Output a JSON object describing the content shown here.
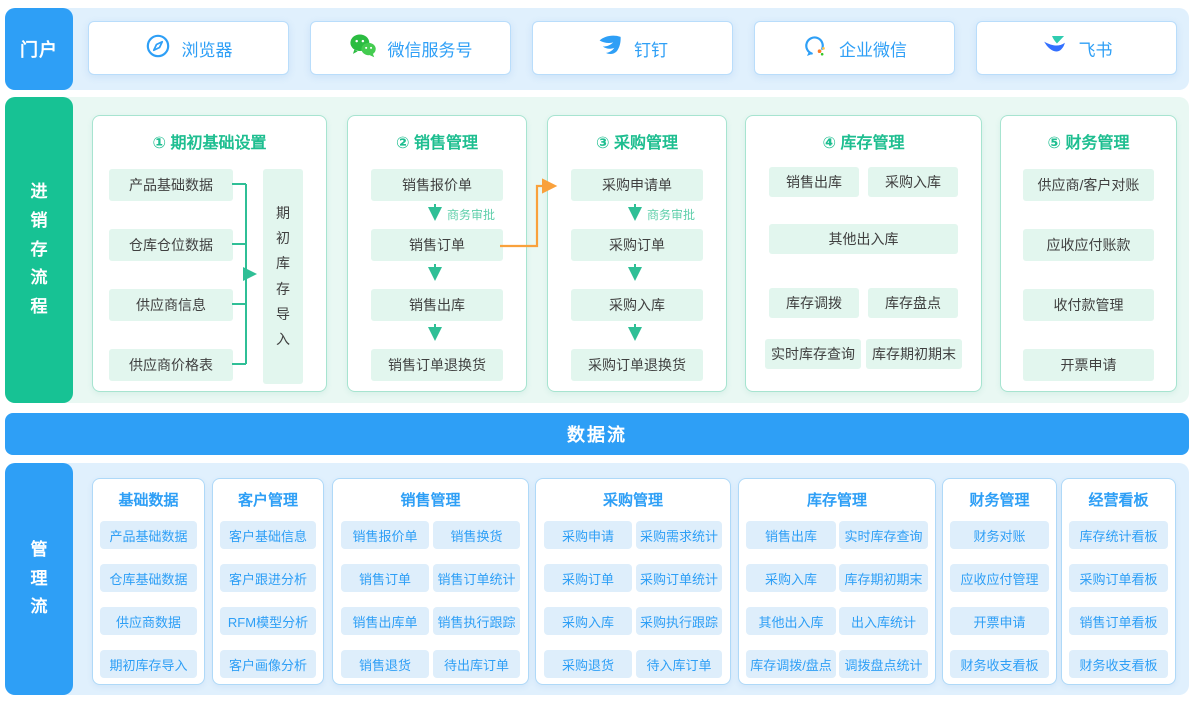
{
  "colors": {
    "blue": "#2E9FF6",
    "blue_band_bg": "#E0F0FD",
    "blue_item_bg": "#DEEEFB",
    "green": "#17C294",
    "green_title": "#1EBE90",
    "green_band_bg": "#E9F8F3",
    "green_item_bg": "#E2F6EE",
    "orange_arrow": "#F9A13C",
    "teal_arrow": "#2FBF96",
    "item_text": "#404040"
  },
  "portal": {
    "label": "门户",
    "apps": [
      {
        "label": "浏览器",
        "icon": "browser-compass-icon"
      },
      {
        "label": "微信服务号",
        "icon": "wechat-icon"
      },
      {
        "label": "钉钉",
        "icon": "dingtalk-icon"
      },
      {
        "label": "企业微信",
        "icon": "wecom-icon"
      },
      {
        "label": "飞书",
        "icon": "feishu-icon"
      }
    ]
  },
  "flow": {
    "label": "进销存流程",
    "approval_label": "商务审批",
    "c1": {
      "title": "① 期初基础设置",
      "items": [
        "产品基础数据",
        "仓库仓位数据",
        "供应商信息",
        "供应商价格表"
      ],
      "side": "期初库存导入"
    },
    "c2": {
      "title": "② 销售管理",
      "items": [
        "销售报价单",
        "销售订单",
        "销售出库",
        "销售订单退换货"
      ]
    },
    "c3": {
      "title": "③ 采购管理",
      "items": [
        "采购申请单",
        "采购订单",
        "采购入库",
        "采购订单退换货"
      ]
    },
    "c4": {
      "title": "④ 库存管理",
      "row1": [
        "销售出库",
        "采购入库"
      ],
      "row2": "其他出入库",
      "row3": [
        "库存调拨",
        "库存盘点"
      ],
      "row4": [
        "实时库存查询",
        "库存期初期末"
      ]
    },
    "c5": {
      "title": "⑤ 财务管理",
      "items": [
        "供应商/客户对账",
        "应收应付账款",
        "收付款管理",
        "开票申请"
      ]
    }
  },
  "dataflow": {
    "label": "数据流"
  },
  "mgmt": {
    "label": "管理流",
    "b1": {
      "title": "基础数据",
      "items": [
        "产品基础数据",
        "仓库基础数据",
        "供应商数据",
        "期初库存导入"
      ]
    },
    "b2": {
      "title": "客户管理",
      "items": [
        "客户基础信息",
        "客户跟进分析",
        "RFM模型分析",
        "客户画像分析"
      ]
    },
    "b3": {
      "title": "销售管理",
      "colA": [
        "销售报价单",
        "销售订单",
        "销售出库单",
        "销售退货"
      ],
      "colB": [
        "销售换货",
        "销售订单统计",
        "销售执行跟踪",
        "待出库订单"
      ]
    },
    "b4": {
      "title": "采购管理",
      "colA": [
        "采购申请",
        "采购订单",
        "采购入库",
        "采购退货"
      ],
      "colB": [
        "采购需求统计",
        "采购订单统计",
        "采购执行跟踪",
        "待入库订单"
      ]
    },
    "b5": {
      "title": "库存管理",
      "colA": [
        "销售出库",
        "采购入库",
        "其他出入库",
        "库存调拨/盘点"
      ],
      "colB": [
        "实时库存查询",
        "库存期初期末",
        "出入库统计",
        "调拨盘点统计"
      ]
    },
    "b6": {
      "title": "财务管理",
      "items": [
        "财务对账",
        "应收应付管理",
        "开票申请",
        "财务收支看板"
      ]
    },
    "b7": {
      "title": "经营看板",
      "items": [
        "库存统计看板",
        "采购订单看板",
        "销售订单看板",
        "财务收支看板"
      ]
    }
  }
}
